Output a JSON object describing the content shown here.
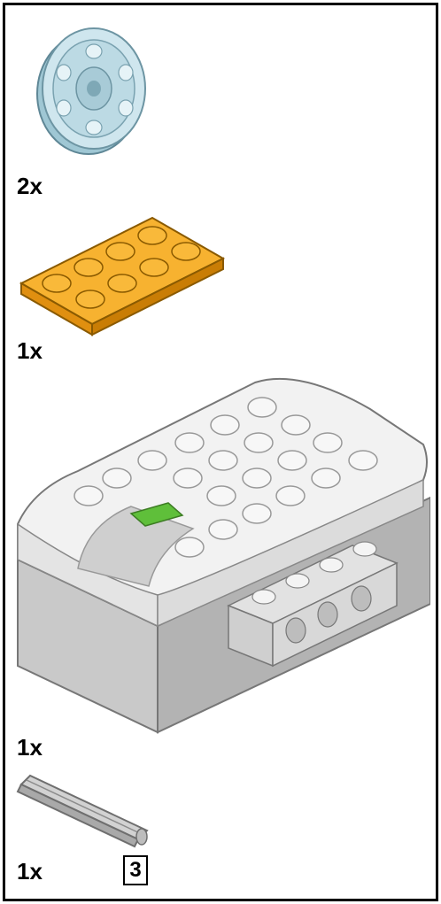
{
  "parts": [
    {
      "name": "wheel",
      "quantity": "2x"
    },
    {
      "name": "plate-2x4",
      "quantity": "1x",
      "color": "#f5a623"
    },
    {
      "name": "smarthub",
      "quantity": "1x",
      "button_color": "#5fbf3a"
    },
    {
      "name": "axle",
      "quantity": "1x",
      "length": "3"
    }
  ]
}
